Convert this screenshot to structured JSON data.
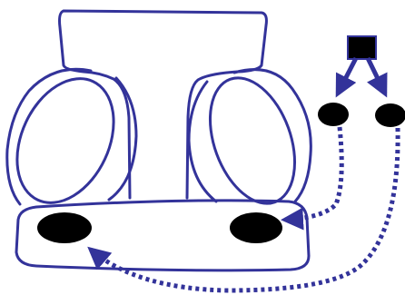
{
  "colors": {
    "outline": "#33339a",
    "fill_dark": "#000000",
    "background": "#ffffff"
  },
  "elements": {
    "top_block": "rectangle-outline",
    "left_lobe": "ellipse-outline",
    "right_lobe": "ellipse-outline",
    "bottom_tray": "rounded-outline",
    "left_dark_oval": "filled-ellipse",
    "right_dark_oval": "filled-ellipse",
    "source_node": "filled-square",
    "left_small_node": "filled-ellipse",
    "right_small_node": "filled-ellipse",
    "solid_arrows": 2,
    "dotted_arrows": 2
  }
}
